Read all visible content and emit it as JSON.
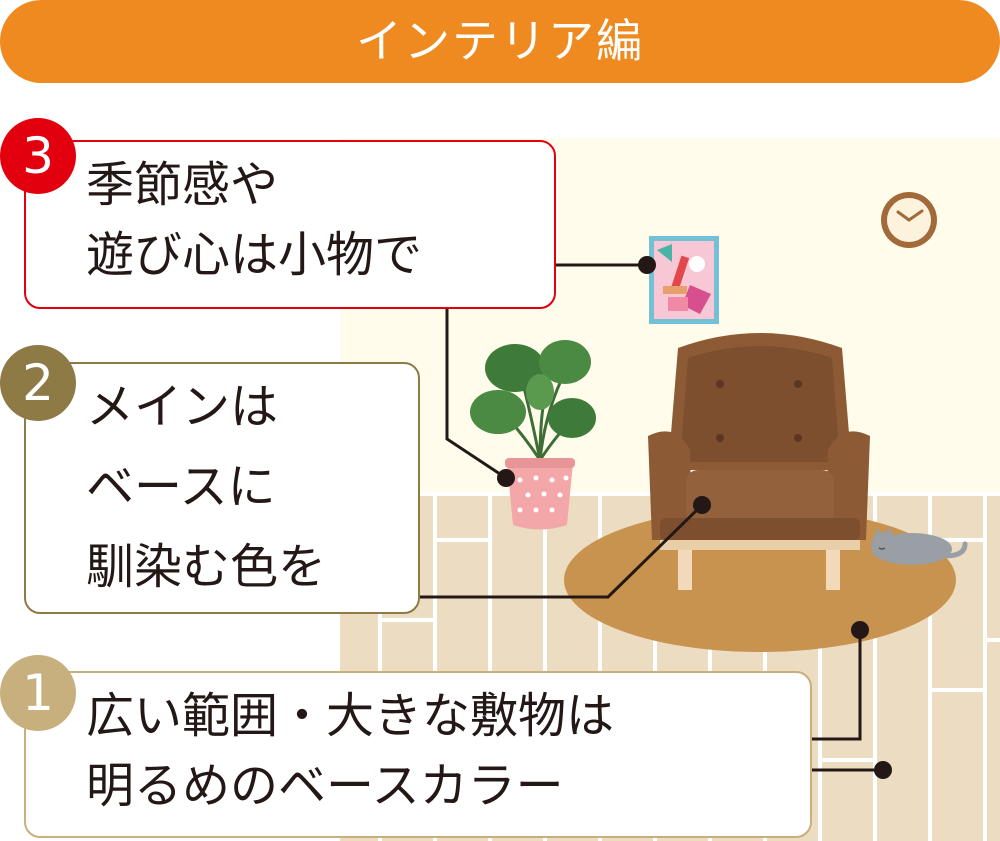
{
  "header": {
    "title": "インテリア編"
  },
  "colors": {
    "header_bg": "#ee8a1f",
    "callout3_accent": "#e2000f",
    "callout2_accent": "#8e7a45",
    "callout1_accent": "#c7b07d",
    "leader_line": "#231815"
  },
  "callouts": [
    {
      "number": "3",
      "lines": [
        "季節感や",
        "遊び心は小物で"
      ]
    },
    {
      "number": "2",
      "lines": [
        "メインは",
        "ベースに",
        "馴染む色を"
      ]
    },
    {
      "number": "1",
      "lines": [
        "広い範囲・大きな敷物は",
        "明るめのベースカラー"
      ]
    }
  ],
  "scene": {
    "icons": [
      "wall-clock-icon",
      "wall-art-icon",
      "monstera-plant-icon",
      "armchair-icon",
      "rug-icon",
      "cat-icon"
    ]
  }
}
